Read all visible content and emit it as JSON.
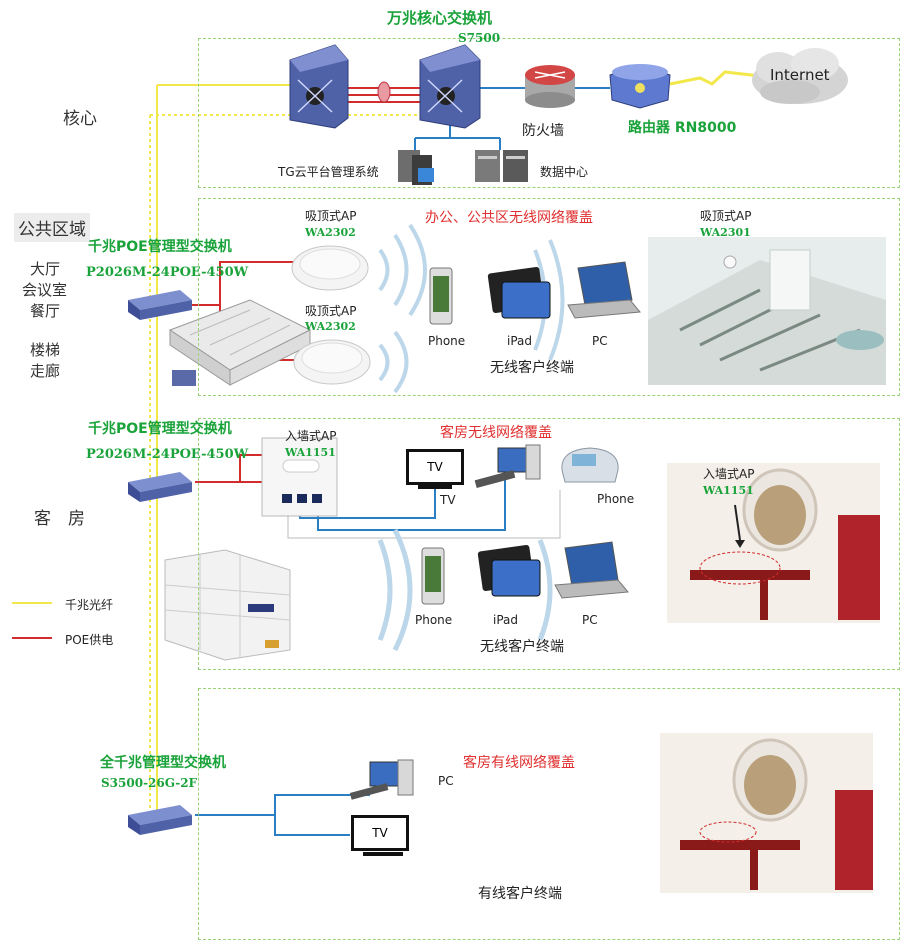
{
  "core": {
    "title": "万兆核心交换机",
    "model": "S7500",
    "side_label": "核心",
    "firewall": "防火墙",
    "router_label": "路由器 RN8000",
    "internet": "Internet",
    "cloud_mgmt": "TG云平台管理系统",
    "datacenter": "数据中心"
  },
  "public": {
    "side_label": "公共区域",
    "rooms": [
      "大厅",
      "会议室",
      "餐厅",
      "楼梯",
      "走廊"
    ],
    "switch_title": "千兆POE管理型交换机",
    "switch_model": "P2026M-24POE-450W",
    "coverage_title": "办公、公共区无线网络覆盖",
    "ap1_label": "吸顶式AP",
    "ap1_model": "WA2302",
    "ap2_label": "吸顶式AP",
    "ap2_model": "WA2302",
    "ap3_label": "吸顶式AP",
    "ap3_model": "WA2301",
    "devices": [
      "Phone",
      "iPad",
      "PC"
    ],
    "clients_label": "无线客户终端"
  },
  "guest": {
    "side_label": "客　房",
    "switch_title": "千兆POE管理型交换机",
    "switch_model": "P2026M-24POE-450W",
    "coverage_title": "客房无线网络覆盖",
    "ap_label": "入墙式AP",
    "ap_model": "WA1151",
    "tv": "TV",
    "tv_under": "TV",
    "phone": "Phone",
    "devices": [
      "Phone",
      "iPad",
      "PC"
    ],
    "clients_label": "无线客户终端",
    "photo_ap_label": "入墙式AP",
    "photo_ap_model": "WA1151"
  },
  "wired": {
    "switch_title": "全千兆管理型交换机",
    "switch_model": "S3500-26G-2F",
    "coverage_title": "客房有线网络覆盖",
    "pc": "PC",
    "tv": "TV",
    "clients_label": "有线客户终端"
  },
  "legend": {
    "fiber": "千兆光纤",
    "poe": "POE供电"
  },
  "colors": {
    "fiber": "#f2e84a",
    "poe": "#d22c2c",
    "ethernet": "#2a7fc4",
    "zone_border": "#9ad27a",
    "title_green": "#1aa33a",
    "title_red": "#e03030"
  }
}
